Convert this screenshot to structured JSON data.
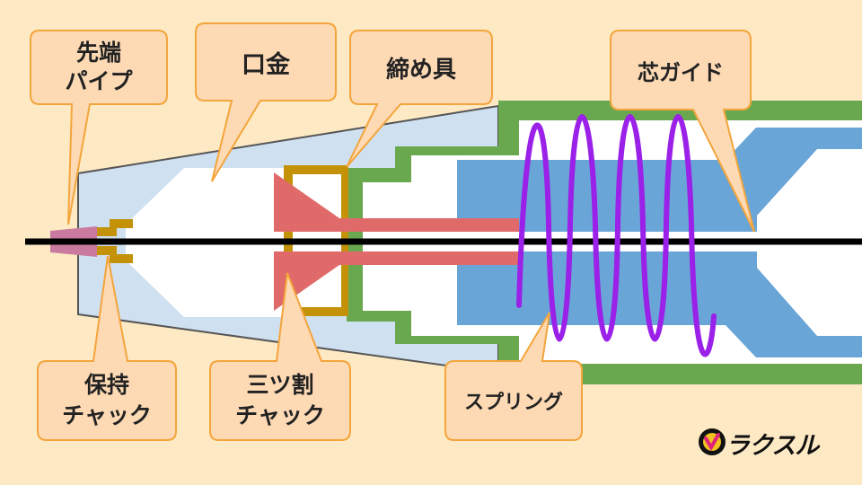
{
  "callouts": {
    "tip_pipe": "先端\nパイプ",
    "mouthpiece": "口金",
    "fastener": "締め具",
    "lead_guide": "芯ガイド",
    "holding_chuck": "保持\nチャック",
    "three_jaw_chuck": "三ツ割\nチャック",
    "spring": "スプリング"
  },
  "logo": {
    "text": "ラクスル"
  },
  "colors": {
    "background": "#fde9c4",
    "callout_fill": "#fdd9b4",
    "callout_stroke": "#f4a53c",
    "body_fill": "#cfe0f0",
    "guide_fill": "#6aa5d8",
    "chuck_red": "#e06a6a",
    "clamp_gold": "#c39208",
    "sleeve_green": "#6aa84f",
    "spring_purple": "#9b20e8",
    "tip_pink": "#c97a9e",
    "lead_black": "#000000"
  }
}
